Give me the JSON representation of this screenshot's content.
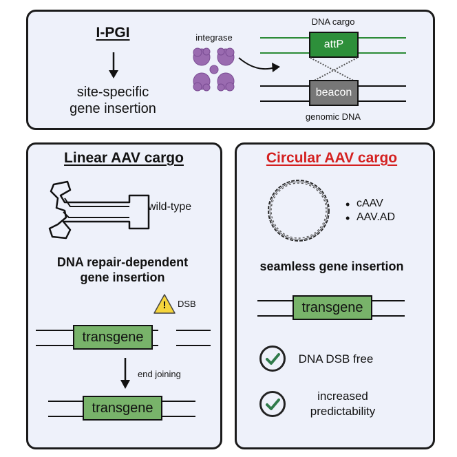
{
  "top": {
    "title": "I-PGI",
    "subtitle_1": "site-specific",
    "subtitle_2": "gene insertion",
    "enzyme_label": "integrase",
    "cargo_label": "DNA cargo",
    "attp_label": "attP",
    "beacon_label": "beacon",
    "genomic_label": "genomic DNA"
  },
  "linear": {
    "title": "Linear AAV cargo",
    "wildtype_label": "wild-type",
    "heading_1": "DNA repair-dependent",
    "heading_2": "gene insertion",
    "warning_symbol": "!",
    "dsb_label": "DSB",
    "transgene_before": "transgene",
    "step_label": "end joining",
    "transgene_after": "transgene"
  },
  "circular": {
    "title": "Circular AAV cargo",
    "bullet_1": "cAAV",
    "bullet_2": "AAV.AD",
    "heading": "seamless gene insertion",
    "transgene_label": "transgene",
    "benefit_1": "DNA DSB free",
    "benefit_2_line1": "increased",
    "benefit_2_line2": "predictability"
  },
  "colors": {
    "panel_bg": "#eef1fa",
    "border": "#1b1b1b",
    "transgene_green": "#78b36a",
    "attp_green": "#2d8f3a",
    "cargo_line_green": "#2a8a35",
    "beacon_gray": "#777777",
    "integrase_purple": "#9a6bb0",
    "circular_title_red": "#d42020",
    "warning_yellow": "#f6d53b",
    "check_green": "#2f7a4a"
  },
  "icons": [
    "integrase-protein-icon",
    "arrow-down-icon",
    "curved-arrow-icon",
    "warning-triangle-icon",
    "checkmark-circle-icon",
    "circular-dna-icon",
    "linear-aav-genome-icon"
  ]
}
